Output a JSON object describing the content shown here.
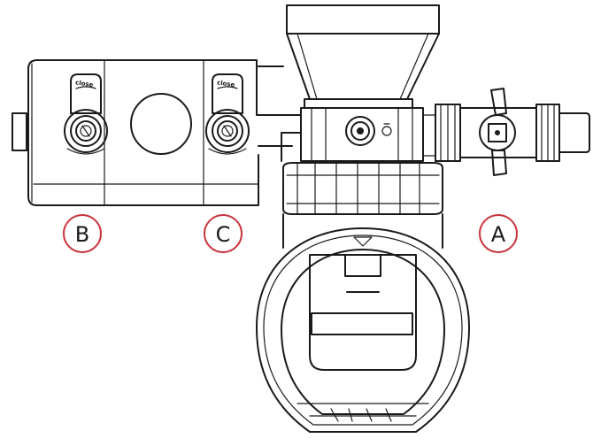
{
  "callouts": [
    {
      "id": "B",
      "label": "B"
    },
    {
      "id": "C",
      "label": "C"
    },
    {
      "id": "A",
      "label": "A"
    }
  ],
  "valve_labels": [
    "close",
    "close"
  ],
  "colors": {
    "line": "#1a1a1a",
    "callout_ring": "#c8323c",
    "background": "#ffffff"
  }
}
